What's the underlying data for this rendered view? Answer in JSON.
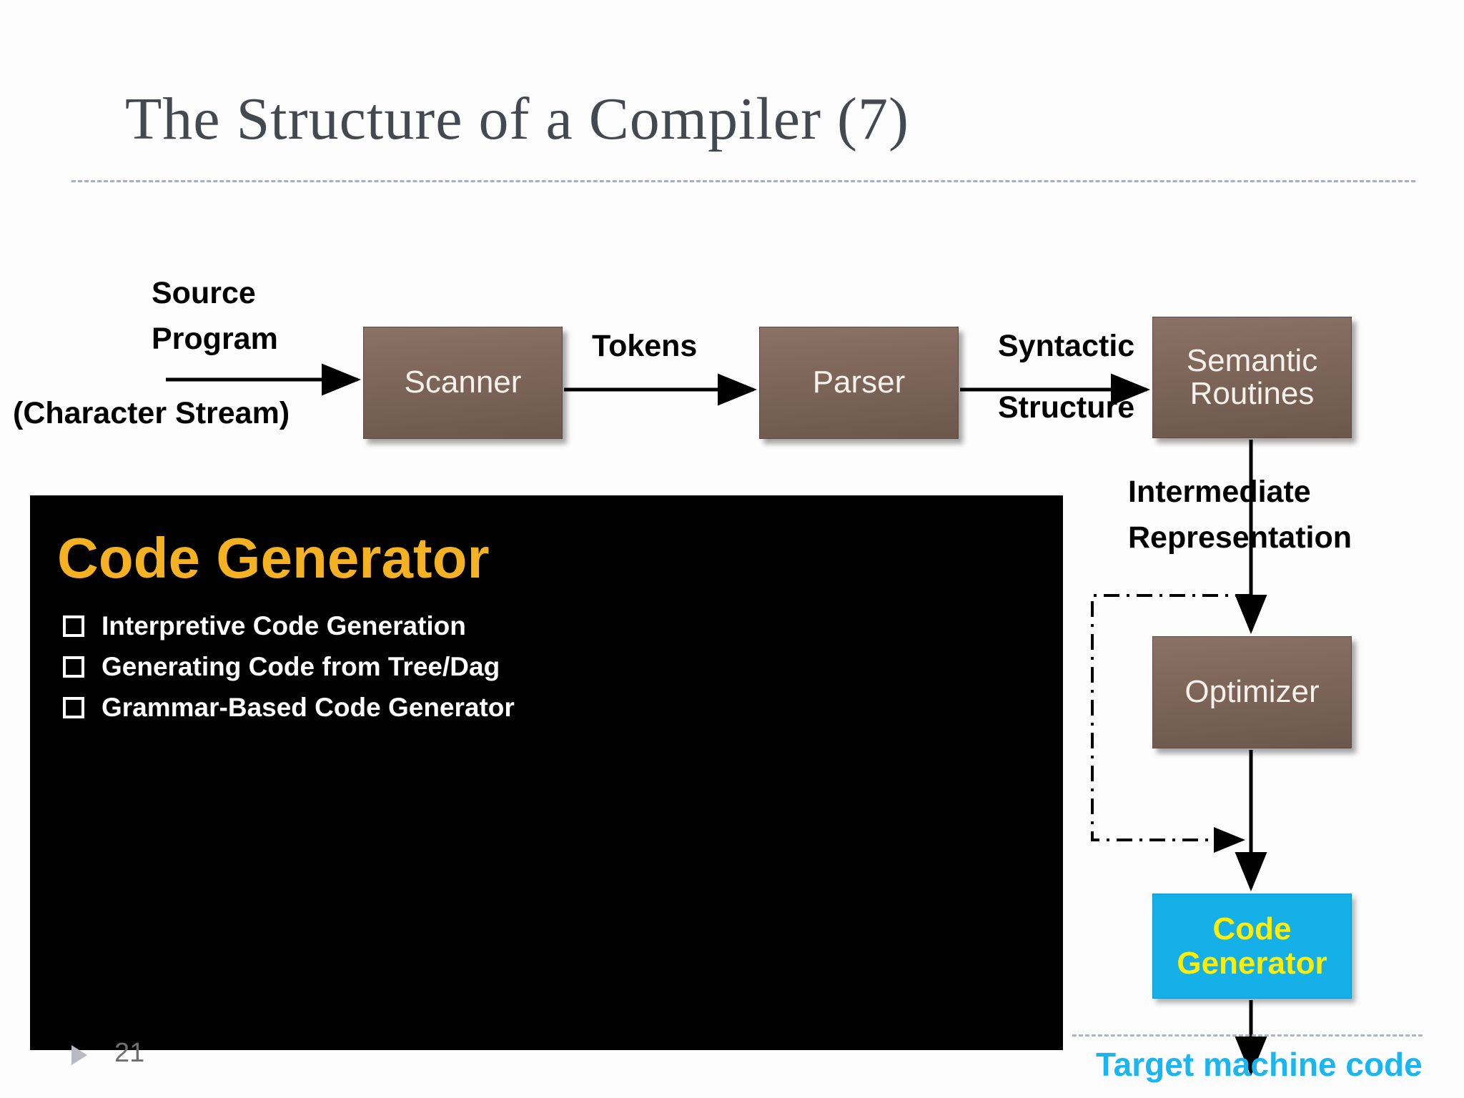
{
  "slide": {
    "title": "The Structure of a Compiler (7)",
    "number": "21"
  },
  "pipeline": {
    "input_label_line1": "Source",
    "input_label_line2": "Program",
    "input_sublabel": "(Character Stream)",
    "boxes": [
      {
        "label": "Scanner"
      },
      {
        "label": "Parser"
      },
      {
        "label_line1": "Semantic",
        "label_line2": "Routines"
      },
      {
        "label": "Optimizer"
      }
    ],
    "edge_tokens": "Tokens",
    "edge_syntactic_line1": "Syntactic",
    "edge_syntactic_line2": "Structure",
    "edge_intermediate_line1": "Intermediate",
    "edge_intermediate_line2": "Representation",
    "codegen_box_line1": "Code",
    "codegen_box_line2": "Generator",
    "output_label": "Target machine code"
  },
  "overlay": {
    "heading": "Code Generator",
    "bullets": [
      "Interpretive Code Generation",
      "Generating Code from Tree/Dag",
      "Grammar-Based Code Generator"
    ]
  },
  "colors": {
    "title": "#45484f",
    "process_box": "#7d6659",
    "codegen_box_bg": "#15b0e8",
    "codegen_box_text": "#ffee00",
    "overlay_bg": "#000000",
    "overlay_heading": "#f4b223",
    "target_text": "#19b6ef",
    "rule": "#9aa3b4"
  }
}
